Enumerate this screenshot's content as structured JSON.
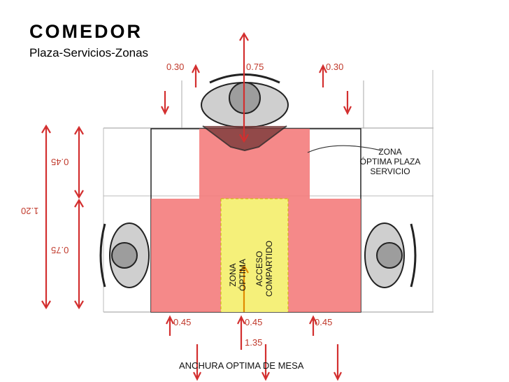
{
  "header": {
    "title": "COMEDOR",
    "subtitle": "Plaza-Servicios-Zonas"
  },
  "dimensions": {
    "top_left": "0.30",
    "top_center": "0.75",
    "top_right": "0.30",
    "left_upper": "0.45",
    "left_total": "1.20",
    "left_lower": "0.75",
    "bottom_left": "0.45",
    "bottom_center": "0.45",
    "bottom_right": "0.45",
    "bottom_total": "1.35"
  },
  "labels": {
    "zona_optima_plaza": [
      "ZONA",
      "ÓPTIMA PLAZA",
      "SERVICIO"
    ],
    "zona_optima": [
      "ZONA",
      "ÓPTIMA"
    ],
    "acceso_compartido": [
      "ACCESO",
      "COMPARTIDO"
    ],
    "anchura": "ANCHURA OPTIMA DE MESA"
  },
  "colors": {
    "zone_red": "#f47c7c",
    "zone_yellow": "#f5f07a",
    "arrow_red": "#d32f2f"
  }
}
